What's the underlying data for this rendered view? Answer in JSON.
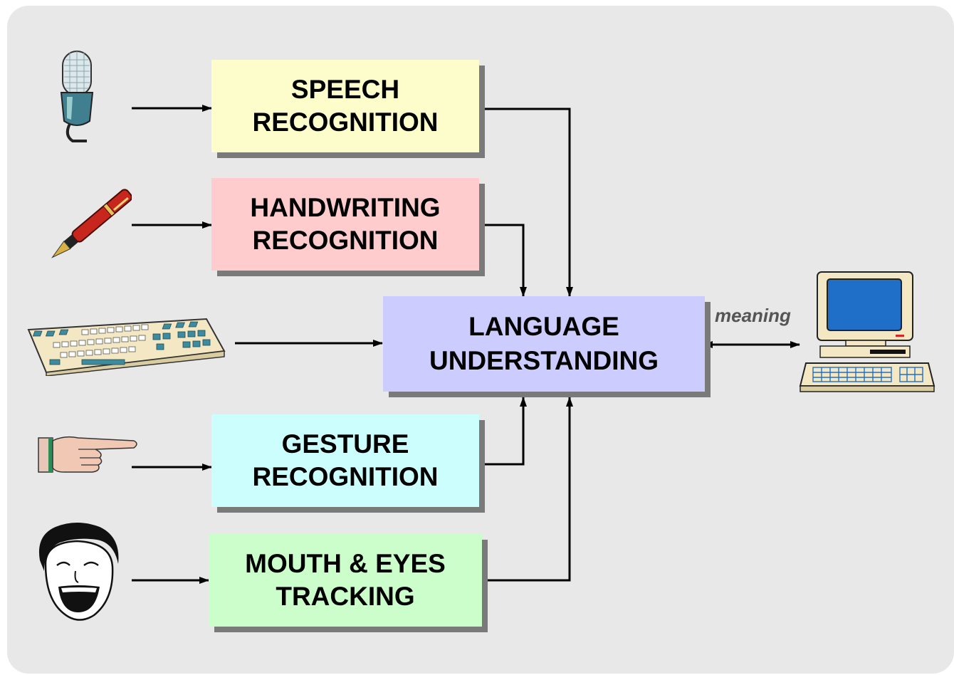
{
  "boxes": {
    "speech": {
      "line1": "SPEECH",
      "line2": "RECOGNITION",
      "color": "#fdfdcc"
    },
    "handwriting": {
      "line1": "HANDWRITING",
      "line2": "RECOGNITION",
      "color": "#fecccc"
    },
    "language": {
      "line1": "LANGUAGE",
      "line2": "UNDERSTANDING",
      "color": "#ccccfe"
    },
    "gesture": {
      "line1": "GESTURE",
      "line2": "RECOGNITION",
      "color": "#ccfefe"
    },
    "mouth": {
      "line1": "MOUTH & EYES",
      "line2": "TRACKING",
      "color": "#ccfecc"
    }
  },
  "edge_label": "meaning",
  "icons": [
    "microphone-icon",
    "fountain-pen-icon",
    "keyboard-icon",
    "pointing-hand-icon",
    "laughing-face-icon",
    "computer-icon"
  ]
}
